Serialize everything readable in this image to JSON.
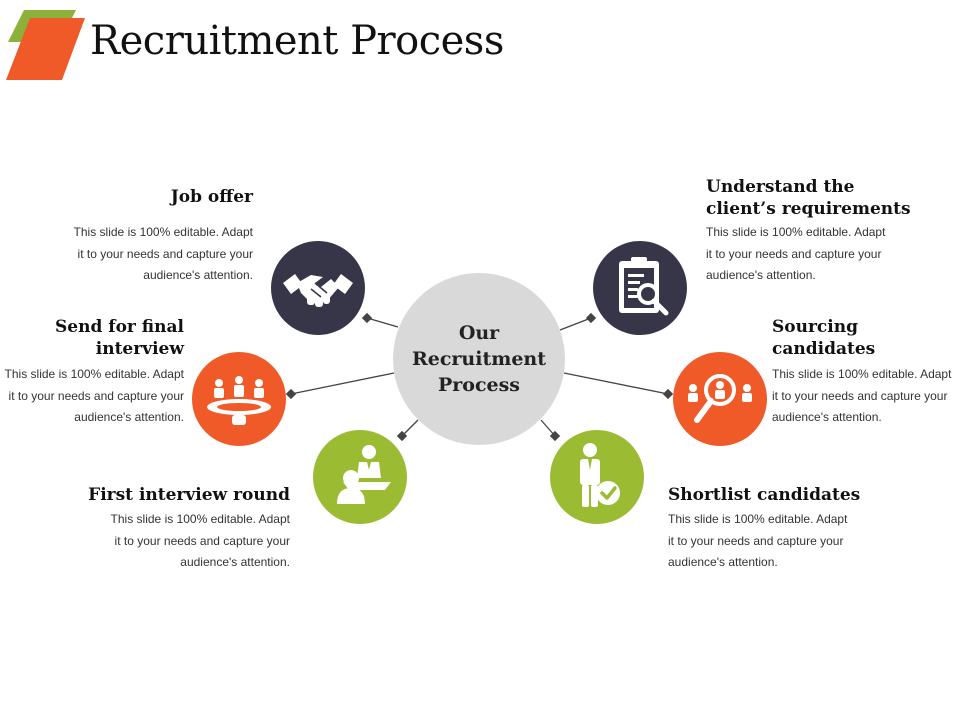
{
  "slide": {
    "title": "Recruitment Process"
  },
  "center": {
    "label": "Our\nRecruitment\nProcess"
  },
  "colors": {
    "dark": "#373548",
    "orange": "#f05a28",
    "green": "#9bbb33",
    "accent_green": "#8bb13a",
    "center_gray": "#d9d9d9"
  },
  "steps": [
    {
      "heading": "Job offer",
      "text": "This slide is 100% editable. Adapt\nit to your needs and capture your\naudience's attention.",
      "icon": "handshake-icon"
    },
    {
      "heading": "Send for final\ninterview",
      "text": "This slide is 100% editable. Adapt\nit to your needs and capture your\naudience's attention.",
      "icon": "meeting-table-icon"
    },
    {
      "heading": "First interview round",
      "text": "This slide is 100% editable. Adapt\nit to your needs and capture your\naudience's attention.",
      "icon": "interview-icon"
    },
    {
      "heading": "Understand the\nclient’s requirements",
      "text": "This slide is 100% editable. Adapt\nit to your needs and capture your\naudience's attention.",
      "icon": "clipboard-search-icon"
    },
    {
      "heading": "Sourcing\ncandidates",
      "text": "This slide is 100% editable. Adapt\nit to your needs and capture your\naudience's attention.",
      "icon": "people-search-icon"
    },
    {
      "heading": "Shortlist candidates",
      "text": "This slide is 100% editable. Adapt\nit to your needs and capture your\naudience's attention.",
      "icon": "person-check-icon"
    }
  ]
}
